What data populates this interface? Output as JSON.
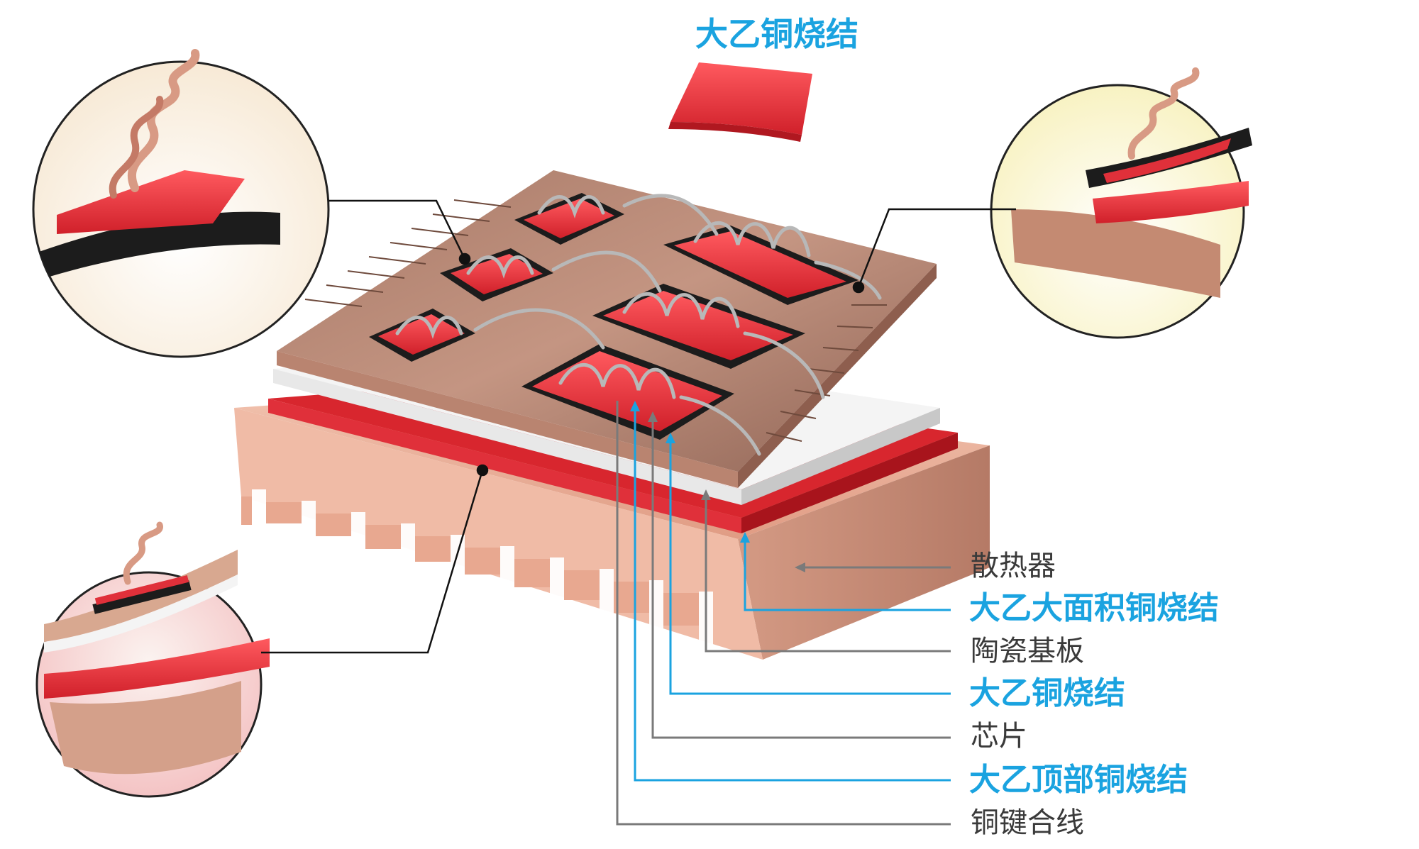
{
  "title": "大乙铜烧结",
  "labels": [
    {
      "key": "heatsink",
      "text": "散热器",
      "style": "gray"
    },
    {
      "key": "large_area",
      "text": "大乙大面积铜烧结",
      "style": "blue"
    },
    {
      "key": "ceramic",
      "text": "陶瓷基板",
      "style": "gray"
    },
    {
      "key": "cu_sinter",
      "text": "大乙铜烧结",
      "style": "blue"
    },
    {
      "key": "chip",
      "text": "芯片",
      "style": "gray"
    },
    {
      "key": "top_sinter",
      "text": "大乙顶部铜烧结",
      "style": "blue"
    },
    {
      "key": "bond_wire",
      "text": "铜键合线",
      "style": "gray"
    }
  ],
  "colors": {
    "accent_blue": "#1aa3e0",
    "leader_gray": "#7a7a7a",
    "copper": "#c48a72",
    "copper_light": "#e8b6a2",
    "sinter_red": "#e0303a",
    "chip_black": "#1c1c1c",
    "ceramic_white": "#eeeeee"
  }
}
